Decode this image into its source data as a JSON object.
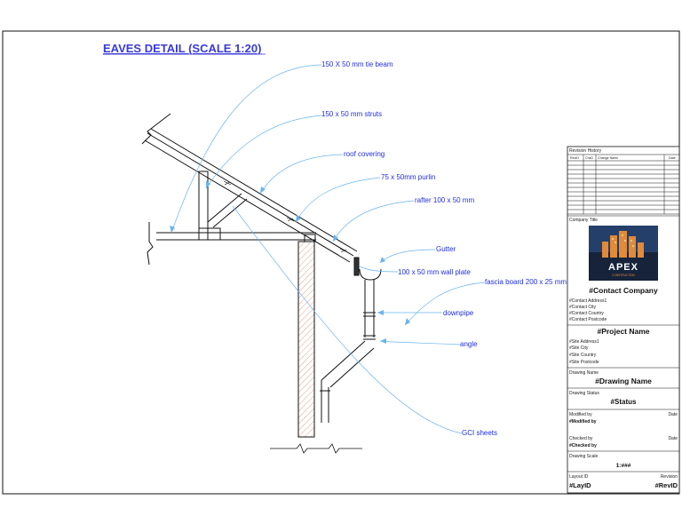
{
  "drawing": {
    "title": "EAVES DETAIL (SCALE 1:20)",
    "labels": [
      "150 X 50 mm tie beam",
      "150 x 50 mm struts",
      "roof covering",
      "75 x 50mm purlin",
      "rafter 100 x 50 mm",
      "Gutter",
      "100 x 50 mm wall plate",
      "fascia board 200 x 25 mm",
      "downpipe",
      "angle",
      "GCI sheets"
    ]
  },
  "title_block": {
    "revision_history": {
      "heading": "Revision History",
      "columns": [
        "RevID",
        "ChkD",
        "Change Name",
        "Date"
      ],
      "empty_rows": 9
    },
    "company_title_label": "Company Title",
    "logo_text": "APEX",
    "logo_subtext": "CONSTRUCTION",
    "contact_company": "#Contact Company",
    "contact_lines": [
      "#Contact Address1",
      "#Contact City",
      "#Contact Country",
      "#Contact Postcode"
    ],
    "project_name": "#Project Name",
    "site_lines": [
      "#Site Address1",
      "#Site City",
      "#Site Country",
      "#Site Postcode"
    ],
    "drawing_name_label": "Drawing Name",
    "drawing_name": "#Drawing Name",
    "drawing_status_label": "Drawing Status",
    "status": "#Status",
    "modified_by_label": "Modified by",
    "modified_by": "#Modified by",
    "date_label": "Date",
    "checked_by_label": "Checked by",
    "checked_by": "#Checked by",
    "drawing_scale_label": "Drawing Scale",
    "drawing_scale": "1:###",
    "layout_id_label": "Layout ID",
    "layout_id": "#LayID",
    "revision_label": "Revision",
    "revision": "#RevID"
  }
}
